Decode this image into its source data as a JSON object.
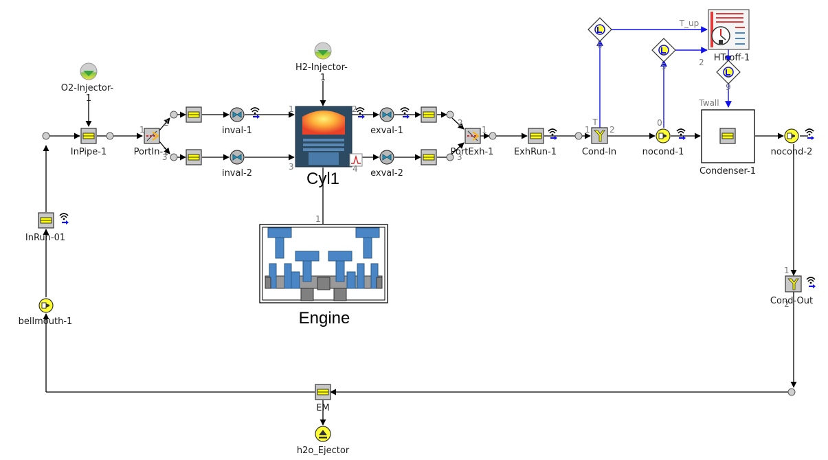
{
  "colors": {
    "wire": "#000000",
    "signal_wire": "#1111ee",
    "pipe_fill": "#ffff00",
    "pipe_border": "#333333",
    "valve_fill": "#b8b8b8",
    "cyl_dark": "#2d4a63",
    "engine_blue": "#4a86c5",
    "sensor_blue": "#1111ee"
  },
  "components": {
    "o2_injector": "O2-Injector-\n1",
    "h2_injector": "H2-Injector-\n1",
    "in_pipe": "InPipe-1",
    "port_in": "PortIn-1",
    "inval_1": "inval-1",
    "inval_2": "inval-2",
    "cyl": "Cyl1",
    "exval_1": "exval-1",
    "exval_2": "exval-2",
    "port_exh": "PortExh-1",
    "exh_run": "ExhRun-1",
    "cond_in": "Cond-In",
    "nocond_1": "nocond-1",
    "condenser": "Condenser-1",
    "nocond_2": "nocond-2",
    "htc": "HTcoff-1",
    "cond_out": "Cond-Out",
    "em": "EM",
    "h2o_ejector": "h2o_Ejector",
    "bellmouth": "bellmouth-1",
    "in_run": "InRun-01",
    "engine": "Engine"
  },
  "signals": {
    "t_up": "T_up",
    "twall": "Twall",
    "t": "T",
    "zero": "0"
  },
  "ports": {
    "p1": "1",
    "p2": "2",
    "p3": "3",
    "p4": "4",
    "p5": "5",
    "p6": "6",
    "p9": "9"
  }
}
